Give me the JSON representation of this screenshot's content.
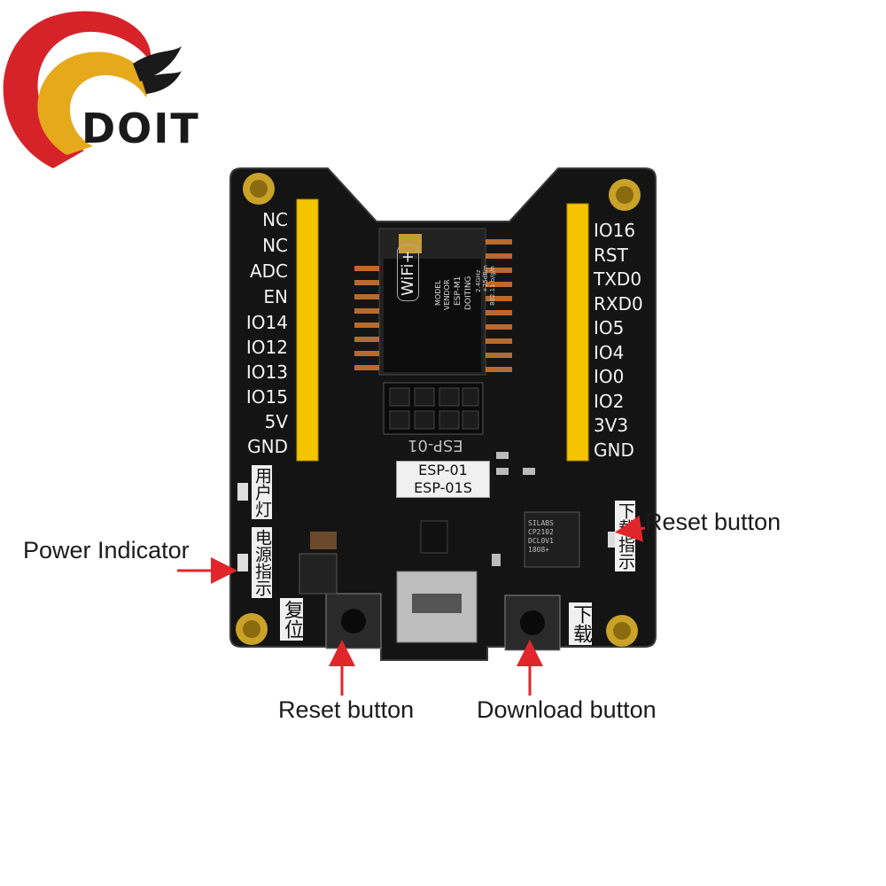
{
  "logo": {
    "text": "DOIT",
    "colors": {
      "red": "#d6232a",
      "gold": "#e7a91c",
      "dark": "#1a1a1a"
    }
  },
  "board": {
    "left_pins": [
      "NC",
      "NC",
      "ADC",
      "EN",
      "IO14",
      "IO12",
      "IO13",
      "IO15",
      "5V",
      "GND"
    ],
    "right_pins": [
      "IO16",
      "RST",
      "TXD0",
      "RXD0",
      "IO5",
      "IO4",
      "IO0",
      "IO2",
      "3V3",
      "GND"
    ],
    "module": {
      "wifi": "WiFi+",
      "model": "MODEL",
      "vendor": "VENDOR",
      "name": "ESP-M1",
      "maker": "DOITING",
      "specs": [
        "2.4GHz",
        "+25dBm",
        "802.11 b/g/n"
      ]
    },
    "socket_labels": [
      "ESP-01",
      "ESP-01S"
    ],
    "socket_mark": "ESP-01",
    "cn_labels": {
      "user_led": "用户灯",
      "power_led": "电源指示",
      "reset": "复位",
      "download_led": "下载指示",
      "download": "下载"
    },
    "chip_text": [
      "SILABS",
      "CP2102",
      "DCL0V1",
      "1808+"
    ]
  },
  "callouts": {
    "power_indicator": "Power Indicator",
    "reset_button_right": "Reset button",
    "reset_button_bottom": "Reset button",
    "download_button": "Download button"
  },
  "colors": {
    "pcb": "#141414",
    "header": "#f5c400",
    "arrow": "#e0262b",
    "screw": "#c9a227"
  }
}
